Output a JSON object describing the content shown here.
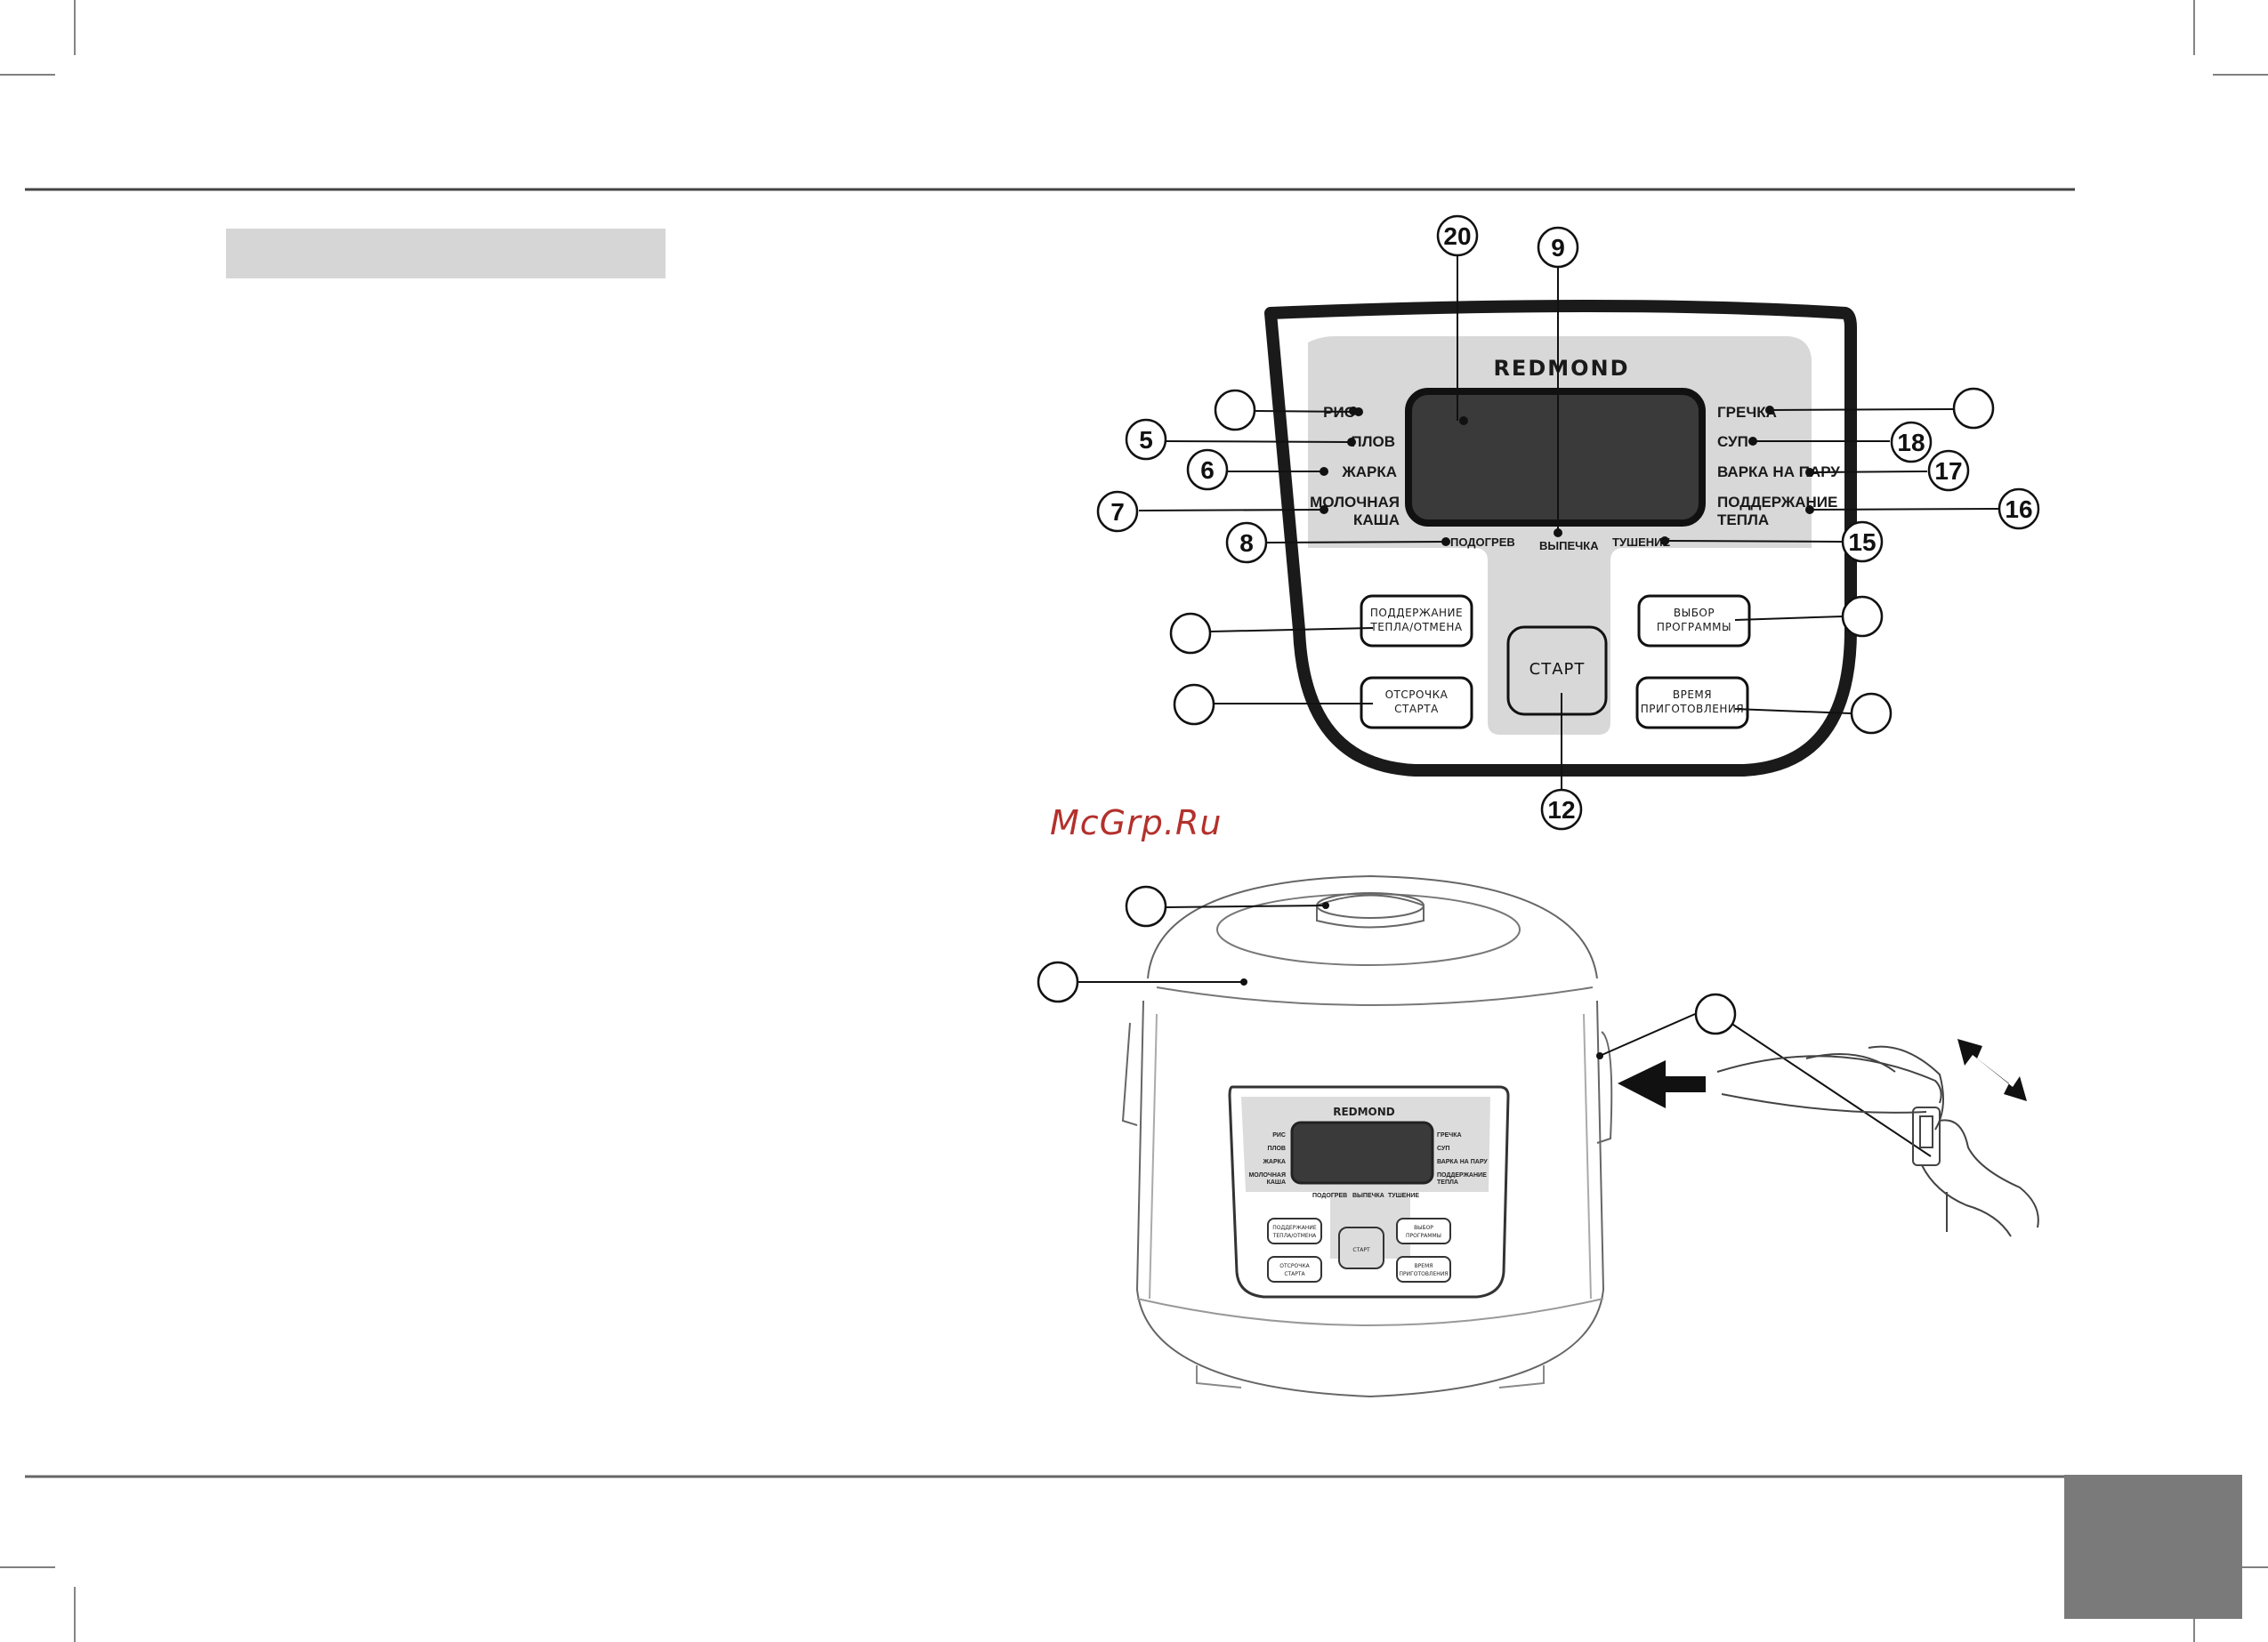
{
  "brand": "REDMOND",
  "watermark": "McGrp.Ru",
  "panel": {
    "programs_left": [
      "РИС",
      "ПЛОВ",
      "ЖАРКА",
      "МОЛОЧНАЯ",
      "КАША"
    ],
    "programs_right": [
      "ГРЕЧКА",
      "СУП",
      "ВАРКА НА ПАРУ",
      "ПОДДЕРЖАНИЕ",
      "ТЕПЛА"
    ],
    "programs_bottom": [
      "ПОДОГРЕВ",
      "ВЫПЕЧКА",
      "ТУШЕНИЕ"
    ],
    "buttons": {
      "keep_warm_1": "ПОДДЕРЖАНИЕ",
      "keep_warm_2": "ТЕПЛА/ОТМЕНА",
      "delay_1": "ОТСРОЧКА",
      "delay_2": "СТАРТА",
      "start": "СТАРТ",
      "select_1": "ВЫБОР",
      "select_2": "ПРОГРАММЫ",
      "time_1": "ВРЕМЯ",
      "time_2": "ПРИГОТОВЛЕНИЯ"
    }
  },
  "callouts": {
    "c20": "20",
    "c9": "9",
    "c5": "5",
    "c6": "6",
    "c7": "7",
    "c8": "8",
    "c18": "18",
    "c17": "17",
    "c16": "16",
    "c15": "15",
    "c12": "12"
  },
  "colors": {
    "panel_gray": "#d8d8d8",
    "display_dark": "#3a3a3a",
    "header_bar_gray": "#d6d6d6",
    "page_tab_gray": "#7a7a7a",
    "watermark_red": "#b3312c"
  }
}
